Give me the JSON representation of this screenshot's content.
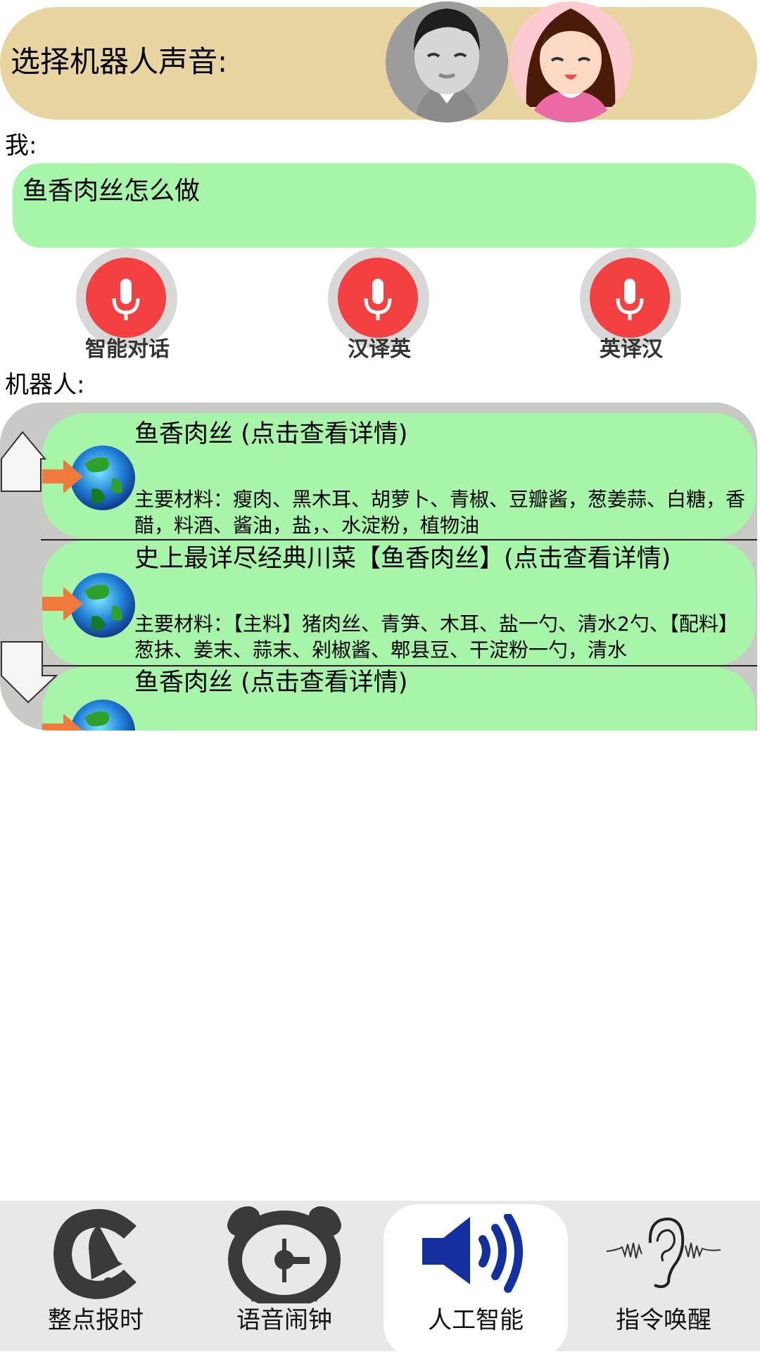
{
  "header": {
    "title": "选择机器人声音:",
    "voices": [
      {
        "name": "male-voice",
        "selected": false
      },
      {
        "name": "female-voice",
        "selected": true
      }
    ]
  },
  "me": {
    "label": "我:",
    "message": "鱼香肉丝怎么做"
  },
  "mic_buttons": [
    {
      "label": "智能对话",
      "icon": "microphone-icon"
    },
    {
      "label": "汉译英",
      "icon": "microphone-icon"
    },
    {
      "label": "英译汉",
      "icon": "microphone-icon"
    }
  ],
  "robot": {
    "label": "机器人:",
    "results": [
      {
        "title": "鱼香肉丝 (点击查看详情)",
        "desc": "主要材料：瘦肉、黑木耳、胡萝卜、青椒、豆瓣酱，葱姜蒜、白糖，香醋，料酒、酱油，盐，、水淀粉，植物油",
        "icon": "globe-link-icon"
      },
      {
        "title": "史上最详尽经典川菜【鱼香肉丝】(点击查看详情)",
        "desc": "主要材料：【主料】猪肉丝、青笋、木耳、盐一勺、清水2勺、【配料】葱抹、姜末、蒜末、剁椒酱、郫县豆、干淀粉一勺，清水",
        "icon": "globe-link-icon"
      },
      {
        "title": "鱼香肉丝 (点击查看详情)",
        "desc": "",
        "icon": "globe-link-icon"
      }
    ]
  },
  "bottom_nav": {
    "active_index": 2,
    "items": [
      {
        "label": "整点报时",
        "icon": "bell-clock-icon"
      },
      {
        "label": "语音闹钟",
        "icon": "alarm-clock-icon"
      },
      {
        "label": "人工智能",
        "icon": "speaker-icon"
      },
      {
        "label": "指令唤醒",
        "icon": "ear-icon"
      }
    ]
  },
  "colors": {
    "banner": "#e8d4a0",
    "bubble": "#a6f5a8",
    "mic_red": "#f44040",
    "list_bg": "#c9c9c5",
    "nav_bg": "#e8e8e8",
    "speaker_blue": "#1330a0",
    "icon_dark": "#3a3a3a"
  }
}
